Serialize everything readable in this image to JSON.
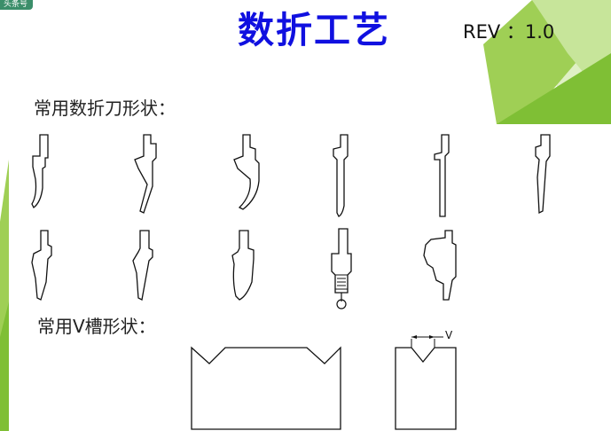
{
  "header": {
    "corner_tag": "头条号",
    "title": "数折工艺",
    "revision": "REV ：1.0"
  },
  "sections": {
    "tools_heading": "常用数折刀形状：",
    "vgroove_heading": "常用V槽形状：",
    "vgroove_dim_label": "V"
  },
  "colors": {
    "title": "#1010e0",
    "green_light": "#c7e59a",
    "green_mid": "#8cc63f",
    "green_dark": "#5e9e2a"
  }
}
